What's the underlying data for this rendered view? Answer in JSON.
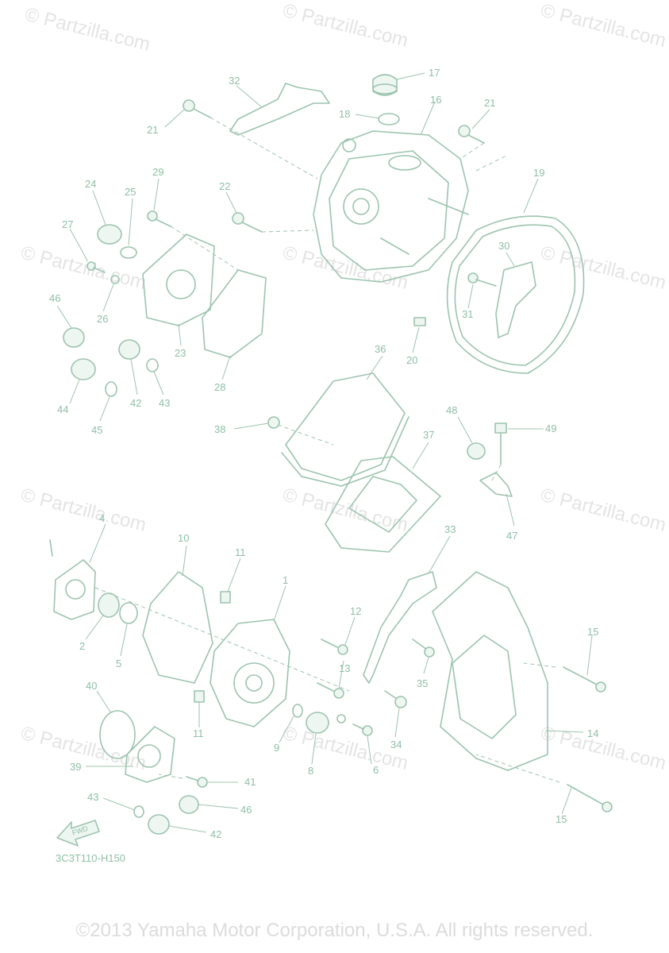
{
  "watermark": "© Partzilla.com",
  "diagram_code": "3C3T110-H150",
  "fwd_label": "FWD",
  "copyright": "©2013 Yamaha Motor Corporation, U.S.A. All rights reserved.",
  "callouts": [
    "1",
    "2",
    "4",
    "5",
    "6",
    "8",
    "9",
    "10",
    "11",
    "11",
    "12",
    "13",
    "14",
    "15",
    "15",
    "16",
    "17",
    "18",
    "19",
    "20",
    "21",
    "21",
    "22",
    "23",
    "24",
    "25",
    "26",
    "27",
    "28",
    "29",
    "30",
    "31",
    "32",
    "33",
    "34",
    "35",
    "36",
    "37",
    "38",
    "39",
    "40",
    "41",
    "42",
    "42",
    "43",
    "43",
    "44",
    "45",
    "46",
    "46",
    "47",
    "48",
    "49"
  ],
  "colors": {
    "line": "#9cc4ae",
    "watermark": "#e4e4e4"
  }
}
